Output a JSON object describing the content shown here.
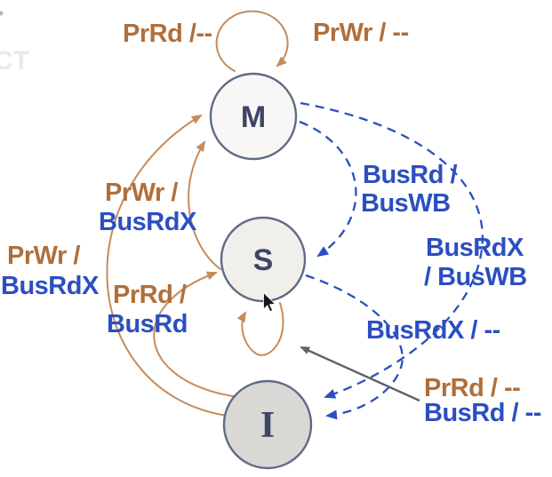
{
  "colors": {
    "processor": "#b06f3a",
    "processor_stroke": "#c48c5c",
    "bus": "#2b4fc0",
    "state_border": "#5f6b85",
    "state_fill_m": "#f8f7f5",
    "state_fill_s": "#f0efec",
    "state_fill_i": "#d9d8d4",
    "state_text": "#3d4566",
    "pointer": "#5c626e",
    "artifact": "#e9e9e6"
  },
  "states": {
    "m": "M",
    "s": "S",
    "i": "I"
  },
  "transitions": [
    {
      "id": "m-self-read",
      "from": "M",
      "to": "M",
      "label": "PrRd /--"
    },
    {
      "id": "m-self-write",
      "from": "M",
      "to": "M",
      "label": "PrWr / --"
    },
    {
      "id": "s-to-m",
      "from": "S",
      "to": "M",
      "event": "PrWr /",
      "action": "BusRdX"
    },
    {
      "id": "i-to-m",
      "from": "I",
      "to": "M",
      "event": "PrWr /",
      "action": "BusRdX"
    },
    {
      "id": "i-to-s",
      "from": "I",
      "to": "S",
      "event": "PrRd /",
      "action": "BusRd"
    },
    {
      "id": "m-to-s",
      "from": "M",
      "to": "S",
      "event": "BusRd /",
      "action": "BusWB"
    },
    {
      "id": "m-to-i",
      "from": "M",
      "to": "I",
      "event": "BusRdX",
      "action": "/ BusWB"
    },
    {
      "id": "s-to-i",
      "from": "S",
      "to": "I",
      "label": "BusRdX / --"
    },
    {
      "id": "s-self-read",
      "from": "S",
      "to": "S",
      "label": "PrRd / --"
    },
    {
      "id": "s-self-busrd",
      "from": "S",
      "to": "S",
      "label": "BusRd / --"
    }
  ],
  "artifact_text": "CT"
}
